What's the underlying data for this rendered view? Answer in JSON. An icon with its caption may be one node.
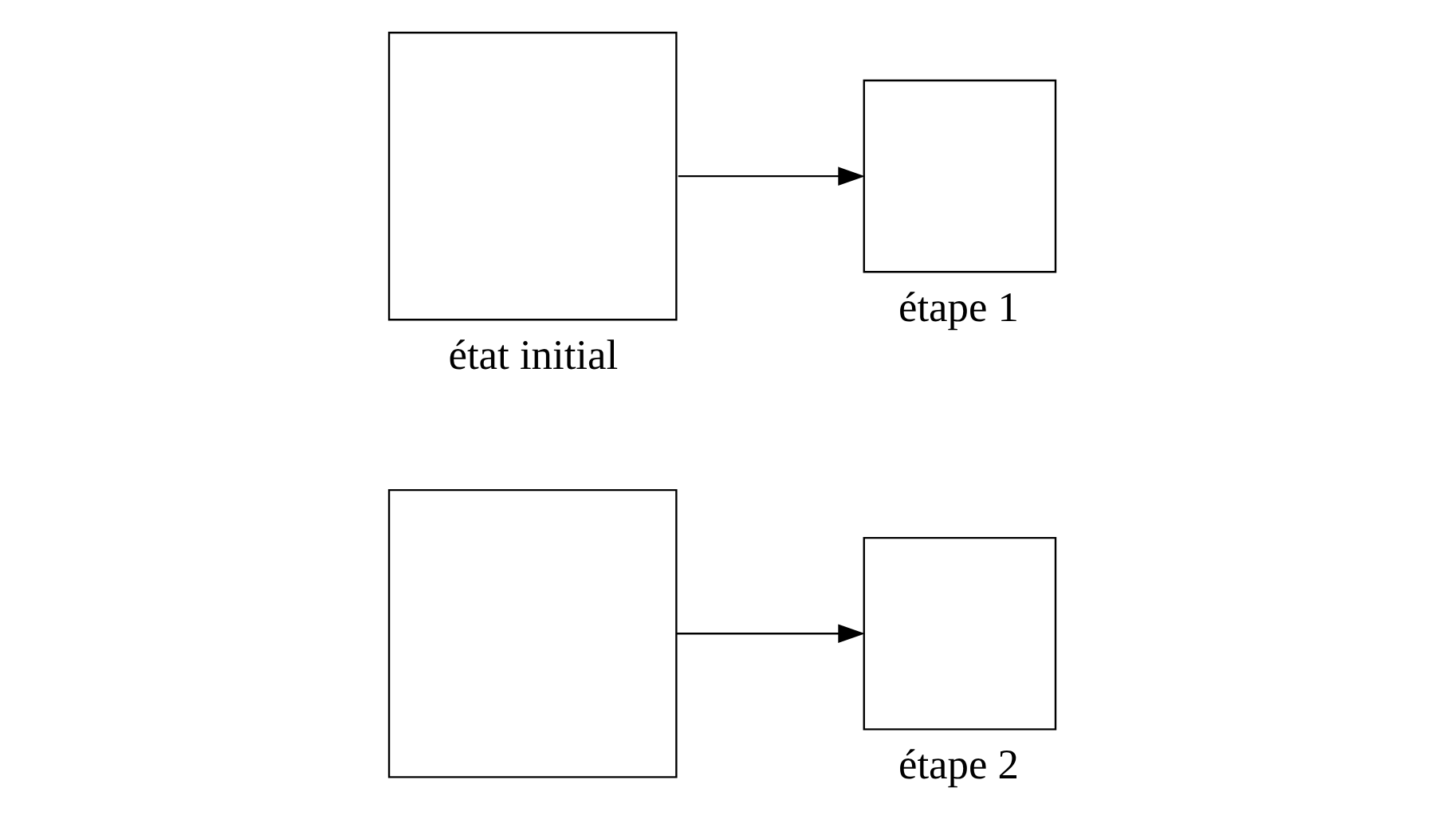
{
  "diagram": {
    "nodes": [
      {
        "text": [],
        "shape": "box",
        "beside": [
          "état initial"
        ]
      },
      {
        "text": [],
        "shape": "box",
        "beside": [
          "étape 1"
        ]
      },
      {
        "text": [],
        "shape": "box"
      },
      {
        "text": [],
        "shape": "box",
        "beside": [
          "étape 2"
        ]
      }
    ],
    "edges": [
      {
        "from": 0,
        "to": 1,
        "arrow": "to"
      },
      {
        "from": 2,
        "to": 3,
        "arrow": "to"
      }
    ]
  }
}
